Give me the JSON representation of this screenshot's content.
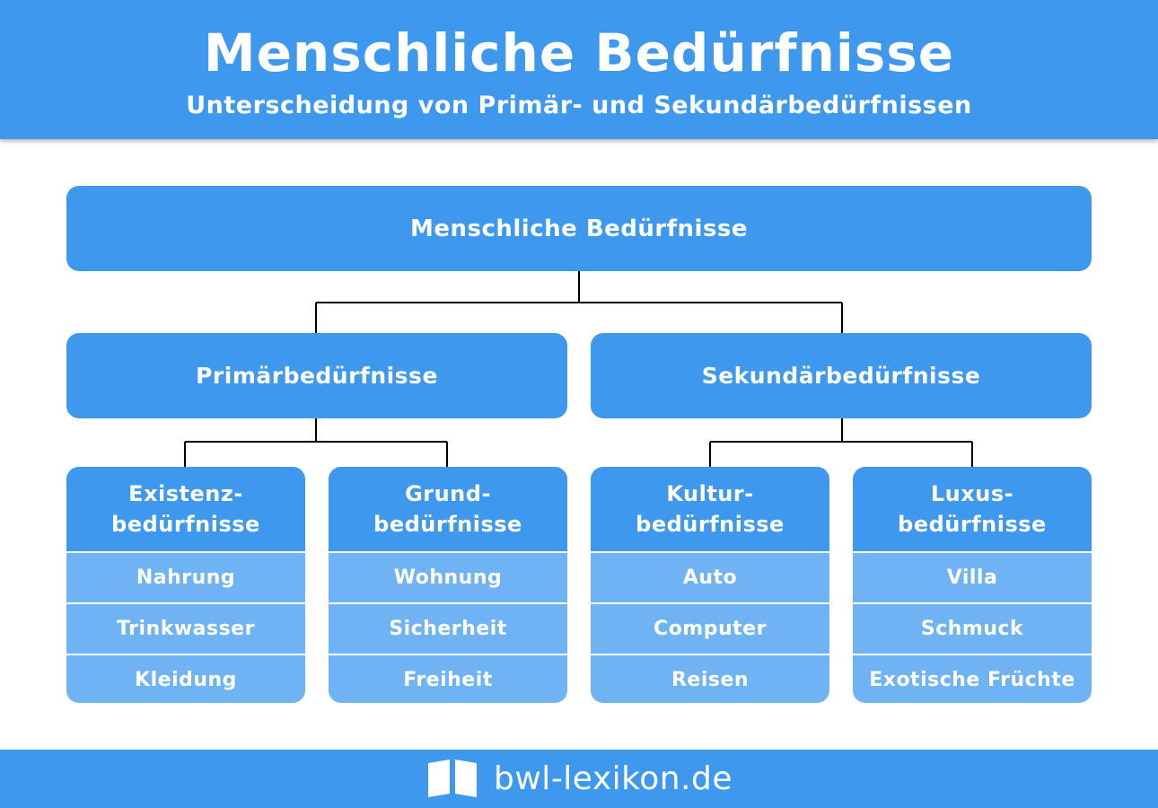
{
  "header": {
    "title": "Menschliche Bedürfnisse",
    "subtitle": "Unterscheidung von Primär- und Sekundärbedürfnissen"
  },
  "diagram": {
    "root": "Menschliche Bedürfnisse",
    "primary": "Primärbedürfnisse",
    "secondary": "Sekundärbedürfnisse",
    "categories": [
      {
        "head_line1": "Existenz-",
        "head_line2": "bedürfnisse",
        "items": [
          "Nahrung",
          "Trinkwasser",
          "Kleidung"
        ]
      },
      {
        "head_line1": "Grund-",
        "head_line2": "bedürfnisse",
        "items": [
          "Wohnung",
          "Sicherheit",
          "Freiheit"
        ]
      },
      {
        "head_line1": "Kultur-",
        "head_line2": "bedürfnisse",
        "items": [
          "Auto",
          "Computer",
          "Reisen"
        ]
      },
      {
        "head_line1": "Luxus-",
        "head_line2": "bedürfnisse",
        "items": [
          "Villa",
          "Schmuck",
          "Exotische Früchte"
        ]
      }
    ]
  },
  "footer": {
    "brand": "bwl-lexikon.de",
    "logo_icon": "open-book-icon"
  },
  "colors": {
    "primary": "#3d98ee",
    "light": "#6fb3f4",
    "text": "#ffffff",
    "connector": "#000000"
  }
}
